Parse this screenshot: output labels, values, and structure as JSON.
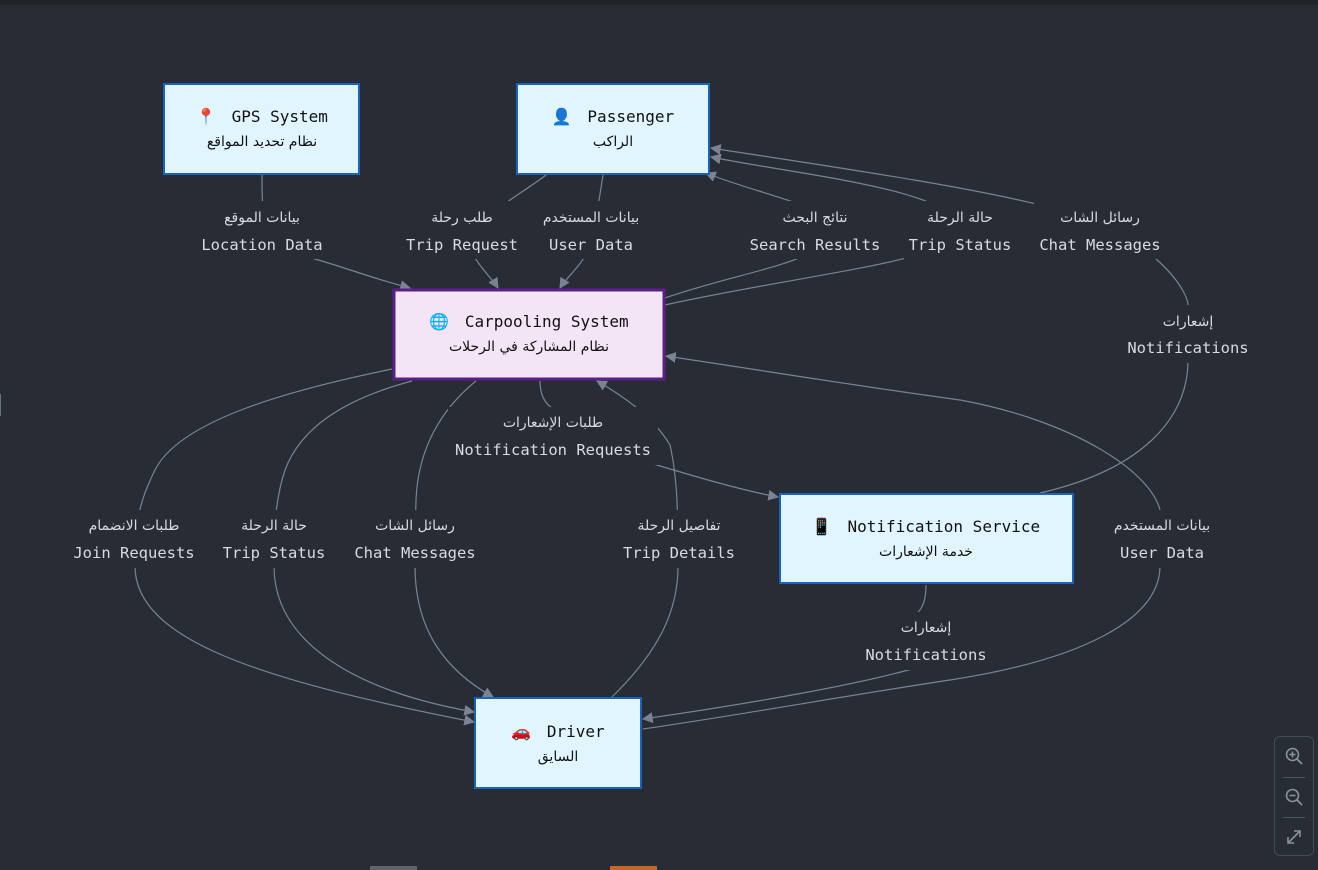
{
  "nodes": {
    "gps": {
      "icon": "📍",
      "title": "GPS System",
      "subtitle": "نظام تحديد المواقع"
    },
    "passenger": {
      "icon": "👤",
      "title": "Passenger",
      "subtitle": "الراكب"
    },
    "carpool": {
      "icon": "🌐",
      "title": "Carpooling System",
      "subtitle": "نظام المشاركة في الرحلات"
    },
    "notification": {
      "icon": "📱",
      "title": "Notification Service",
      "subtitle": "خدمة الإشعارات"
    },
    "driver": {
      "icon": "🚗",
      "title": "Driver",
      "subtitle": "السايق"
    }
  },
  "edges": {
    "location_data": {
      "ar": "بيانات الموقع",
      "en": "Location Data"
    },
    "trip_request": {
      "ar": "طلب رحلة",
      "en": "Trip Request"
    },
    "user_data_passenger": {
      "ar": "بيانات المستخدم",
      "en": "User Data"
    },
    "search_results": {
      "ar": "نتائج البحث",
      "en": "Search Results"
    },
    "trip_status_passenger": {
      "ar": "حالة الرحلة",
      "en": "Trip Status"
    },
    "chat_messages_passenger": {
      "ar": "رسائل الشات",
      "en": "Chat Messages"
    },
    "notifications_passenger": {
      "ar": "إشعارات",
      "en": "Notifications"
    },
    "notification_requests": {
      "ar": "طلبات الإشعارات",
      "en": "Notification Requests"
    },
    "join_requests": {
      "ar": "طلبات الانضمام",
      "en": "Join Requests"
    },
    "trip_status_driver": {
      "ar": "حالة الرحلة",
      "en": "Trip Status"
    },
    "chat_messages_driver": {
      "ar": "رسائل الشات",
      "en": "Chat Messages"
    },
    "trip_details": {
      "ar": "تفاصيل الرحلة",
      "en": "Trip Details"
    },
    "user_data_driver": {
      "ar": "بيانات المستخدم",
      "en": "User Data"
    },
    "notifications_driver": {
      "ar": "إشعارات",
      "en": "Notifications"
    }
  },
  "colors": {
    "background": "#282c34",
    "node_fill": "#e1f5fe",
    "node_stroke": "#1565c0",
    "center_fill": "#f3e5f5",
    "center_stroke": "#5b1f8a",
    "edge": "#7a8396",
    "label_text": "#d8dbe0"
  },
  "controls": {
    "zoom_in_icon": "zoom-in-icon",
    "zoom_out_icon": "zoom-out-icon",
    "fit_icon": "expand-icon"
  }
}
